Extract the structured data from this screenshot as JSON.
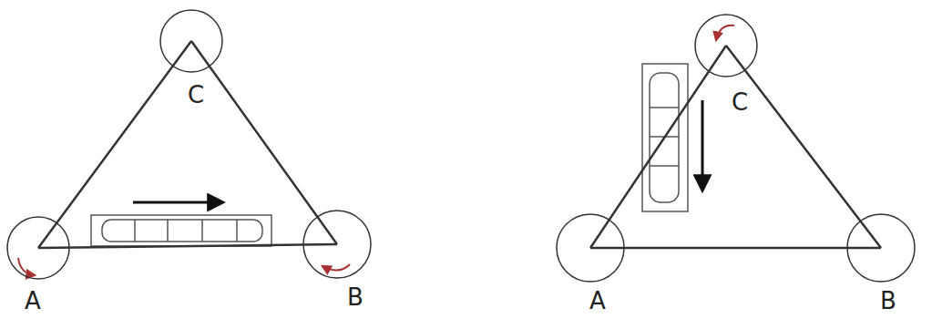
{
  "diagram": {
    "nodes": [
      {
        "text": [
          "C"
        ]
      },
      {
        "text": [
          "A"
        ]
      },
      {
        "text": [
          "B"
        ]
      },
      {
        "text": [
          "C"
        ]
      },
      {
        "text": [
          "A"
        ]
      },
      {
        "text": [
          "B"
        ]
      }
    ],
    "edges": [
      {
        "from": 1,
        "to": 2,
        "arrow": "none"
      },
      {
        "from": 1,
        "to": 0,
        "arrow": "none"
      },
      {
        "from": 2,
        "to": 0,
        "arrow": "none"
      },
      {
        "from": 4,
        "to": 5,
        "arrow": "none"
      },
      {
        "from": 4,
        "to": 3,
        "arrow": "none"
      },
      {
        "from": 5,
        "to": 3,
        "arrow": "none"
      }
    ]
  }
}
